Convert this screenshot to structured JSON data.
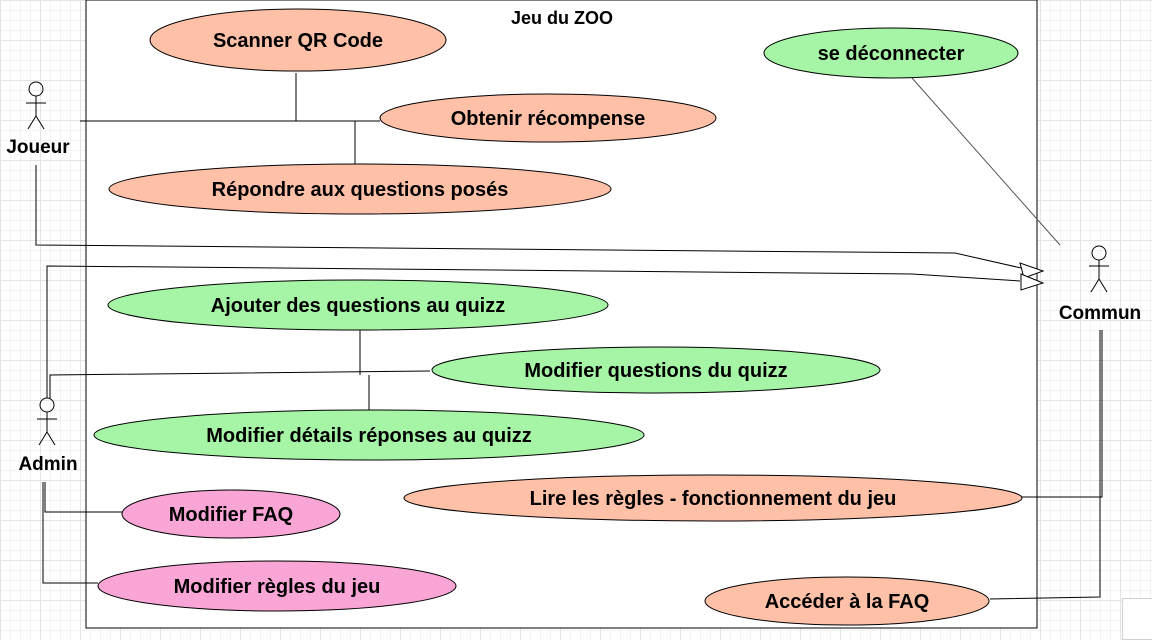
{
  "diagram": {
    "title": "Jeu du ZOO",
    "actors": {
      "joueur": "Joueur",
      "admin": "Admin",
      "commun": "Commun"
    },
    "use_cases": {
      "scanner": "Scanner QR Code",
      "recompense": "Obtenir récompense",
      "repondre": "Répondre aux questions posés",
      "deconnecter": "se déconnecter",
      "ajouter": "Ajouter des questions au quizz",
      "modifier_questions": "Modifier questions du quizz",
      "modifier_details": "Modifier détails réponses au quizz",
      "lire_regles": "Lire les règles - fonctionnement du jeu",
      "modifier_faq": "Modifier FAQ",
      "modifier_regles": "Modifier règles du jeu",
      "acceder_faq": "Accéder à la FAQ"
    },
    "colors": {
      "salmon": "#ffc0a8",
      "green": "#a6f5a6",
      "pink": "#f9a6d6",
      "line": "#000000"
    }
  }
}
